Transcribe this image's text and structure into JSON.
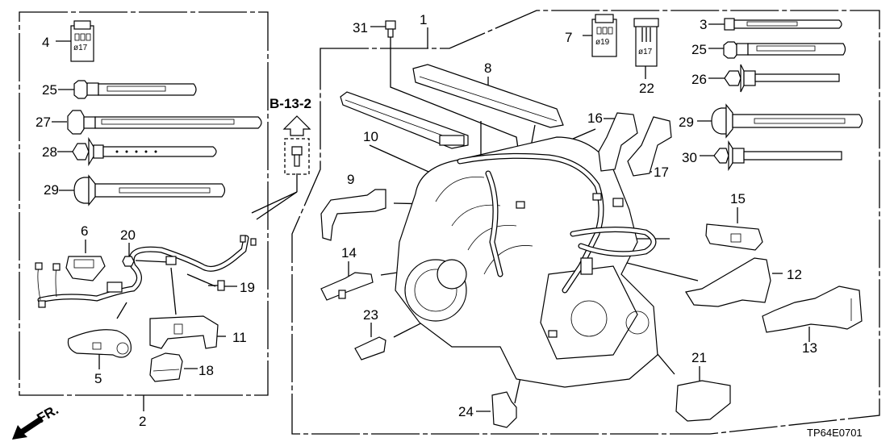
{
  "diagram": {
    "type": "parts-exploded-view",
    "subject": "Engine wire harness",
    "reference_code": "TP64E0701",
    "cross_reference": "B-13-2",
    "front_indicator": "FR.",
    "callouts": [
      {
        "id": "1",
        "label": "1",
        "part": "engine-wire-harness-assembly"
      },
      {
        "id": "2",
        "label": "2",
        "part": "sub-harness-group"
      },
      {
        "id": "3",
        "label": "3",
        "part": "cable-tie"
      },
      {
        "id": "4",
        "label": "4",
        "part": "harness-clip",
        "size": "ø17"
      },
      {
        "id": "5",
        "label": "5",
        "part": "harness-cover"
      },
      {
        "id": "6",
        "label": "6",
        "part": "connector-cover"
      },
      {
        "id": "7",
        "label": "7",
        "part": "harness-clip",
        "size": "ø19"
      },
      {
        "id": "8",
        "label": "8",
        "part": "harness-cover-upper"
      },
      {
        "id": "9",
        "label": "9",
        "part": "harness-bracket"
      },
      {
        "id": "10",
        "label": "10",
        "part": "harness-cover"
      },
      {
        "id": "11",
        "label": "11",
        "part": "harness-protector"
      },
      {
        "id": "12",
        "label": "12",
        "part": "harness-protector"
      },
      {
        "id": "13",
        "label": "13",
        "part": "harness-protector"
      },
      {
        "id": "14",
        "label": "14",
        "part": "harness-holder"
      },
      {
        "id": "15",
        "label": "15",
        "part": "harness-cover"
      },
      {
        "id": "16",
        "label": "16",
        "part": "harness-bracket"
      },
      {
        "id": "17",
        "label": "17",
        "part": "harness-bracket"
      },
      {
        "id": "18",
        "label": "18",
        "part": "terminal-cover"
      },
      {
        "id": "19",
        "label": "19",
        "part": "bolt"
      },
      {
        "id": "20",
        "label": "20",
        "part": "nut"
      },
      {
        "id": "21",
        "label": "21",
        "part": "harness-cover"
      },
      {
        "id": "22",
        "label": "22",
        "part": "harness-clip",
        "size": "ø17"
      },
      {
        "id": "23",
        "label": "23",
        "part": "harness-holder"
      },
      {
        "id": "24",
        "label": "24",
        "part": "harness-holder"
      },
      {
        "id": "25a",
        "label": "25",
        "part": "cable-tie-clip"
      },
      {
        "id": "25b",
        "label": "25",
        "part": "cable-tie-clip"
      },
      {
        "id": "26",
        "label": "26",
        "part": "cable-tie-clip"
      },
      {
        "id": "27",
        "label": "27",
        "part": "cable-tie-clip"
      },
      {
        "id": "28",
        "label": "28",
        "part": "cable-tie-clip"
      },
      {
        "id": "29a",
        "label": "29",
        "part": "cable-tie-clip"
      },
      {
        "id": "29b",
        "label": "29",
        "part": "cable-tie-clip"
      },
      {
        "id": "30",
        "label": "30",
        "part": "cable-tie-clip"
      },
      {
        "id": "31",
        "label": "31",
        "part": "bolt"
      }
    ],
    "size_marks": {
      "clip4": "ø17",
      "clip7": "ø19",
      "clip22": "ø17"
    }
  }
}
